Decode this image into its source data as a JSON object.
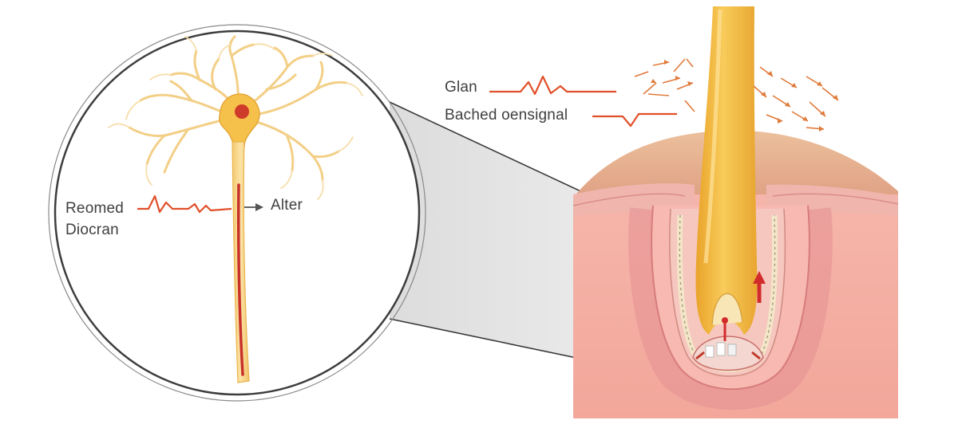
{
  "inset": {
    "labels": {
      "left_line1": "Reomed",
      "left_line2": "Diocran",
      "right": "Alter"
    }
  },
  "legend": {
    "items": [
      {
        "label": "Glan"
      },
      {
        "label": "Bached oensignal"
      }
    ]
  },
  "colors": {
    "neuron": "#f6c14a",
    "neuron_branch": "#f3cf86",
    "nucleus": "#cf3b2a",
    "signal": "#e0502a",
    "hair_shaft": "#f2b63a",
    "skin_surface": "#e8b08a",
    "dermis": "#f2aaa0",
    "follicle_pink": "#efa0a6",
    "outline": "#3a3a3a"
  }
}
